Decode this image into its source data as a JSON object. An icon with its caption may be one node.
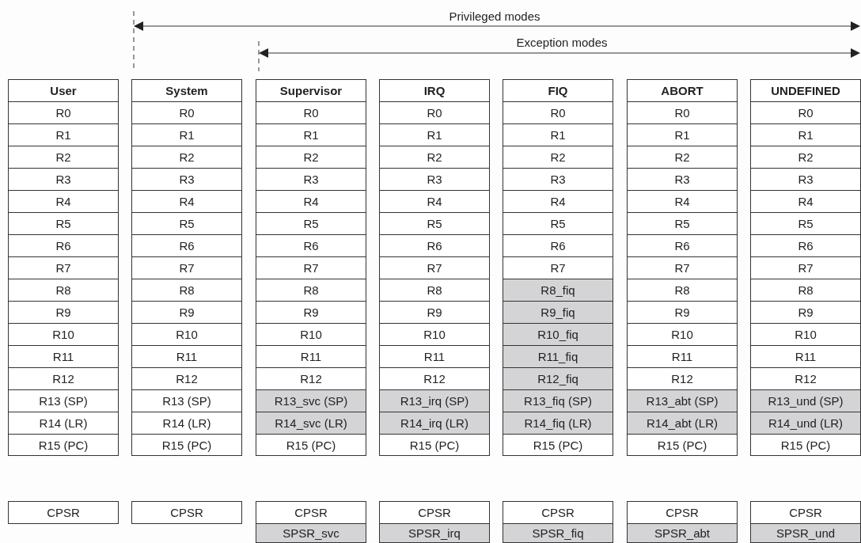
{
  "diagram": {
    "labels": [
      "Privileged modes",
      "Exception modes",
      "User",
      "System",
      "Supervisor",
      "IRQ",
      "FIQ",
      "ABORT",
      "UNDEFINED",
      "R0",
      "R0",
      "R0",
      "R0",
      "R0",
      "R0",
      "R0",
      "R1",
      "R1",
      "R1",
      "R1",
      "R1",
      "R1",
      "R1",
      "R2",
      "R2",
      "R2",
      "R2",
      "R2",
      "R2",
      "R2",
      "R3",
      "R3",
      "R3",
      "R3",
      "R3",
      "R3",
      "R3",
      "R4",
      "R4",
      "R4",
      "R4",
      "R4",
      "R4",
      "R4",
      "R5",
      "R5",
      "R5",
      "R5",
      "R5",
      "R5",
      "R5",
      "R6",
      "R6",
      "R6",
      "R6",
      "R6",
      "R6",
      "R6",
      "R7",
      "R7",
      "R7",
      "R7",
      "R7",
      "R7",
      "R7",
      "R8",
      "R8",
      "R8",
      "R8",
      "R8_fiq",
      "R8",
      "R8",
      "R9",
      "R9",
      "R9",
      "R9",
      "R9_fiq",
      "R9",
      "R9",
      "R10",
      "R10",
      "R10",
      "R10",
      "R10_fiq",
      "R10",
      "R10",
      "R11",
      "R11",
      "R11",
      "R11",
      "R11_fiq",
      "R11",
      "R11",
      "R12",
      "R12",
      "R12",
      "R12",
      "R12_fiq",
      "R12",
      "R12",
      "R13 (SP)",
      "R13 (SP)",
      "R13_svc (SP)",
      "R13_irq (SP)",
      "R13_fiq (SP)",
      "R13_abt (SP)",
      "R13_und (SP)",
      "R14 (LR)",
      "R14 (LR)",
      "R14_svc (LR)",
      "R14_irq (LR)",
      "R14_fiq (LR)",
      "R14_abt (LR)",
      "R14_und (LR)",
      "R15 (PC)",
      "R15 (PC)",
      "R15 (PC)",
      "R15 (PC)",
      "R15 (PC)",
      "R15 (PC)",
      "R15 (PC)",
      "CPSR",
      "CPSR",
      "CPSR",
      "CPSR",
      "CPSR",
      "CPSR",
      "CPSR",
      "SPSR_svc",
      "SPSR_irq",
      "SPSR_fiq",
      "SPSR_abt",
      "SPSR_und"
    ]
  }
}
